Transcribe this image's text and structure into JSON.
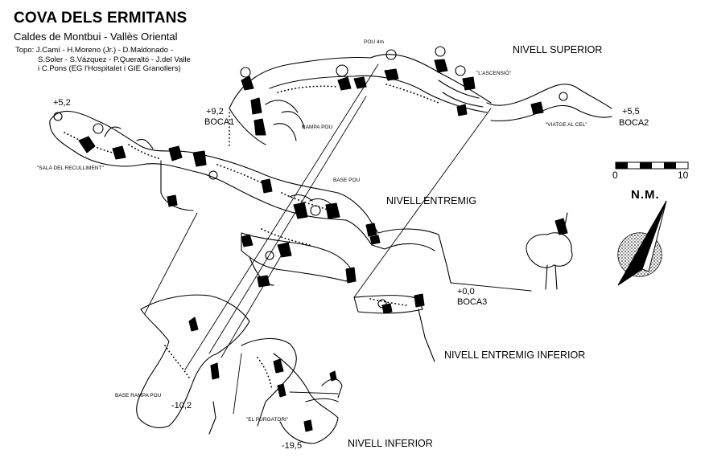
{
  "header": {
    "title": "COVA DELS ERMITANS",
    "subtitle": "Caldes de Montbui - Vallès Oriental",
    "credits": [
      "Topo: J.Camí - H.Moreno (Jr.) - D.Maldonado -",
      "S.Soler - S.Vázquez - P.Queraltó - J.del Valle",
      "i C.Pons (EG l'Hospitalet i GIE Granollers)"
    ]
  },
  "levels": {
    "superior": "NIVELL SUPERIOR",
    "entremig": "NIVELL ENTREMIG",
    "entremig_inferior": "NIVELL ENTREMIG INFERIOR",
    "inferior": "NIVELL INFERIOR"
  },
  "features": {
    "pou": "POU 4m",
    "ascensio": "\"L'ASCENSIÓ\"",
    "rampa_pou": "RAMPA POU",
    "base_pou": "BASE POU",
    "sala_recolliment": "\"SALA DEL RECULLIMENT\"",
    "viatge_cel": "\"VIATGE AL CEL\"",
    "base_rampa_pou": "BASE RAMPA POU",
    "purgatori": "\"EL PURGATORI\""
  },
  "entrances": {
    "boca1": "BOCA1",
    "boca2": "BOCA2",
    "boca3": "BOCA3"
  },
  "elevations": {
    "e_plus_5_2": "+5,2",
    "e_plus_9_2": "+9,2",
    "e_plus_5_5": "+5,5",
    "e_zero": "+0,0",
    "e_minus_10_2": "-10,2",
    "e_minus_19_5": "-19,5"
  },
  "scale": {
    "min": "0",
    "max": "10"
  },
  "north": {
    "label": "N.M."
  },
  "colors": {
    "ink": "#000000",
    "paper": "#ffffff"
  }
}
